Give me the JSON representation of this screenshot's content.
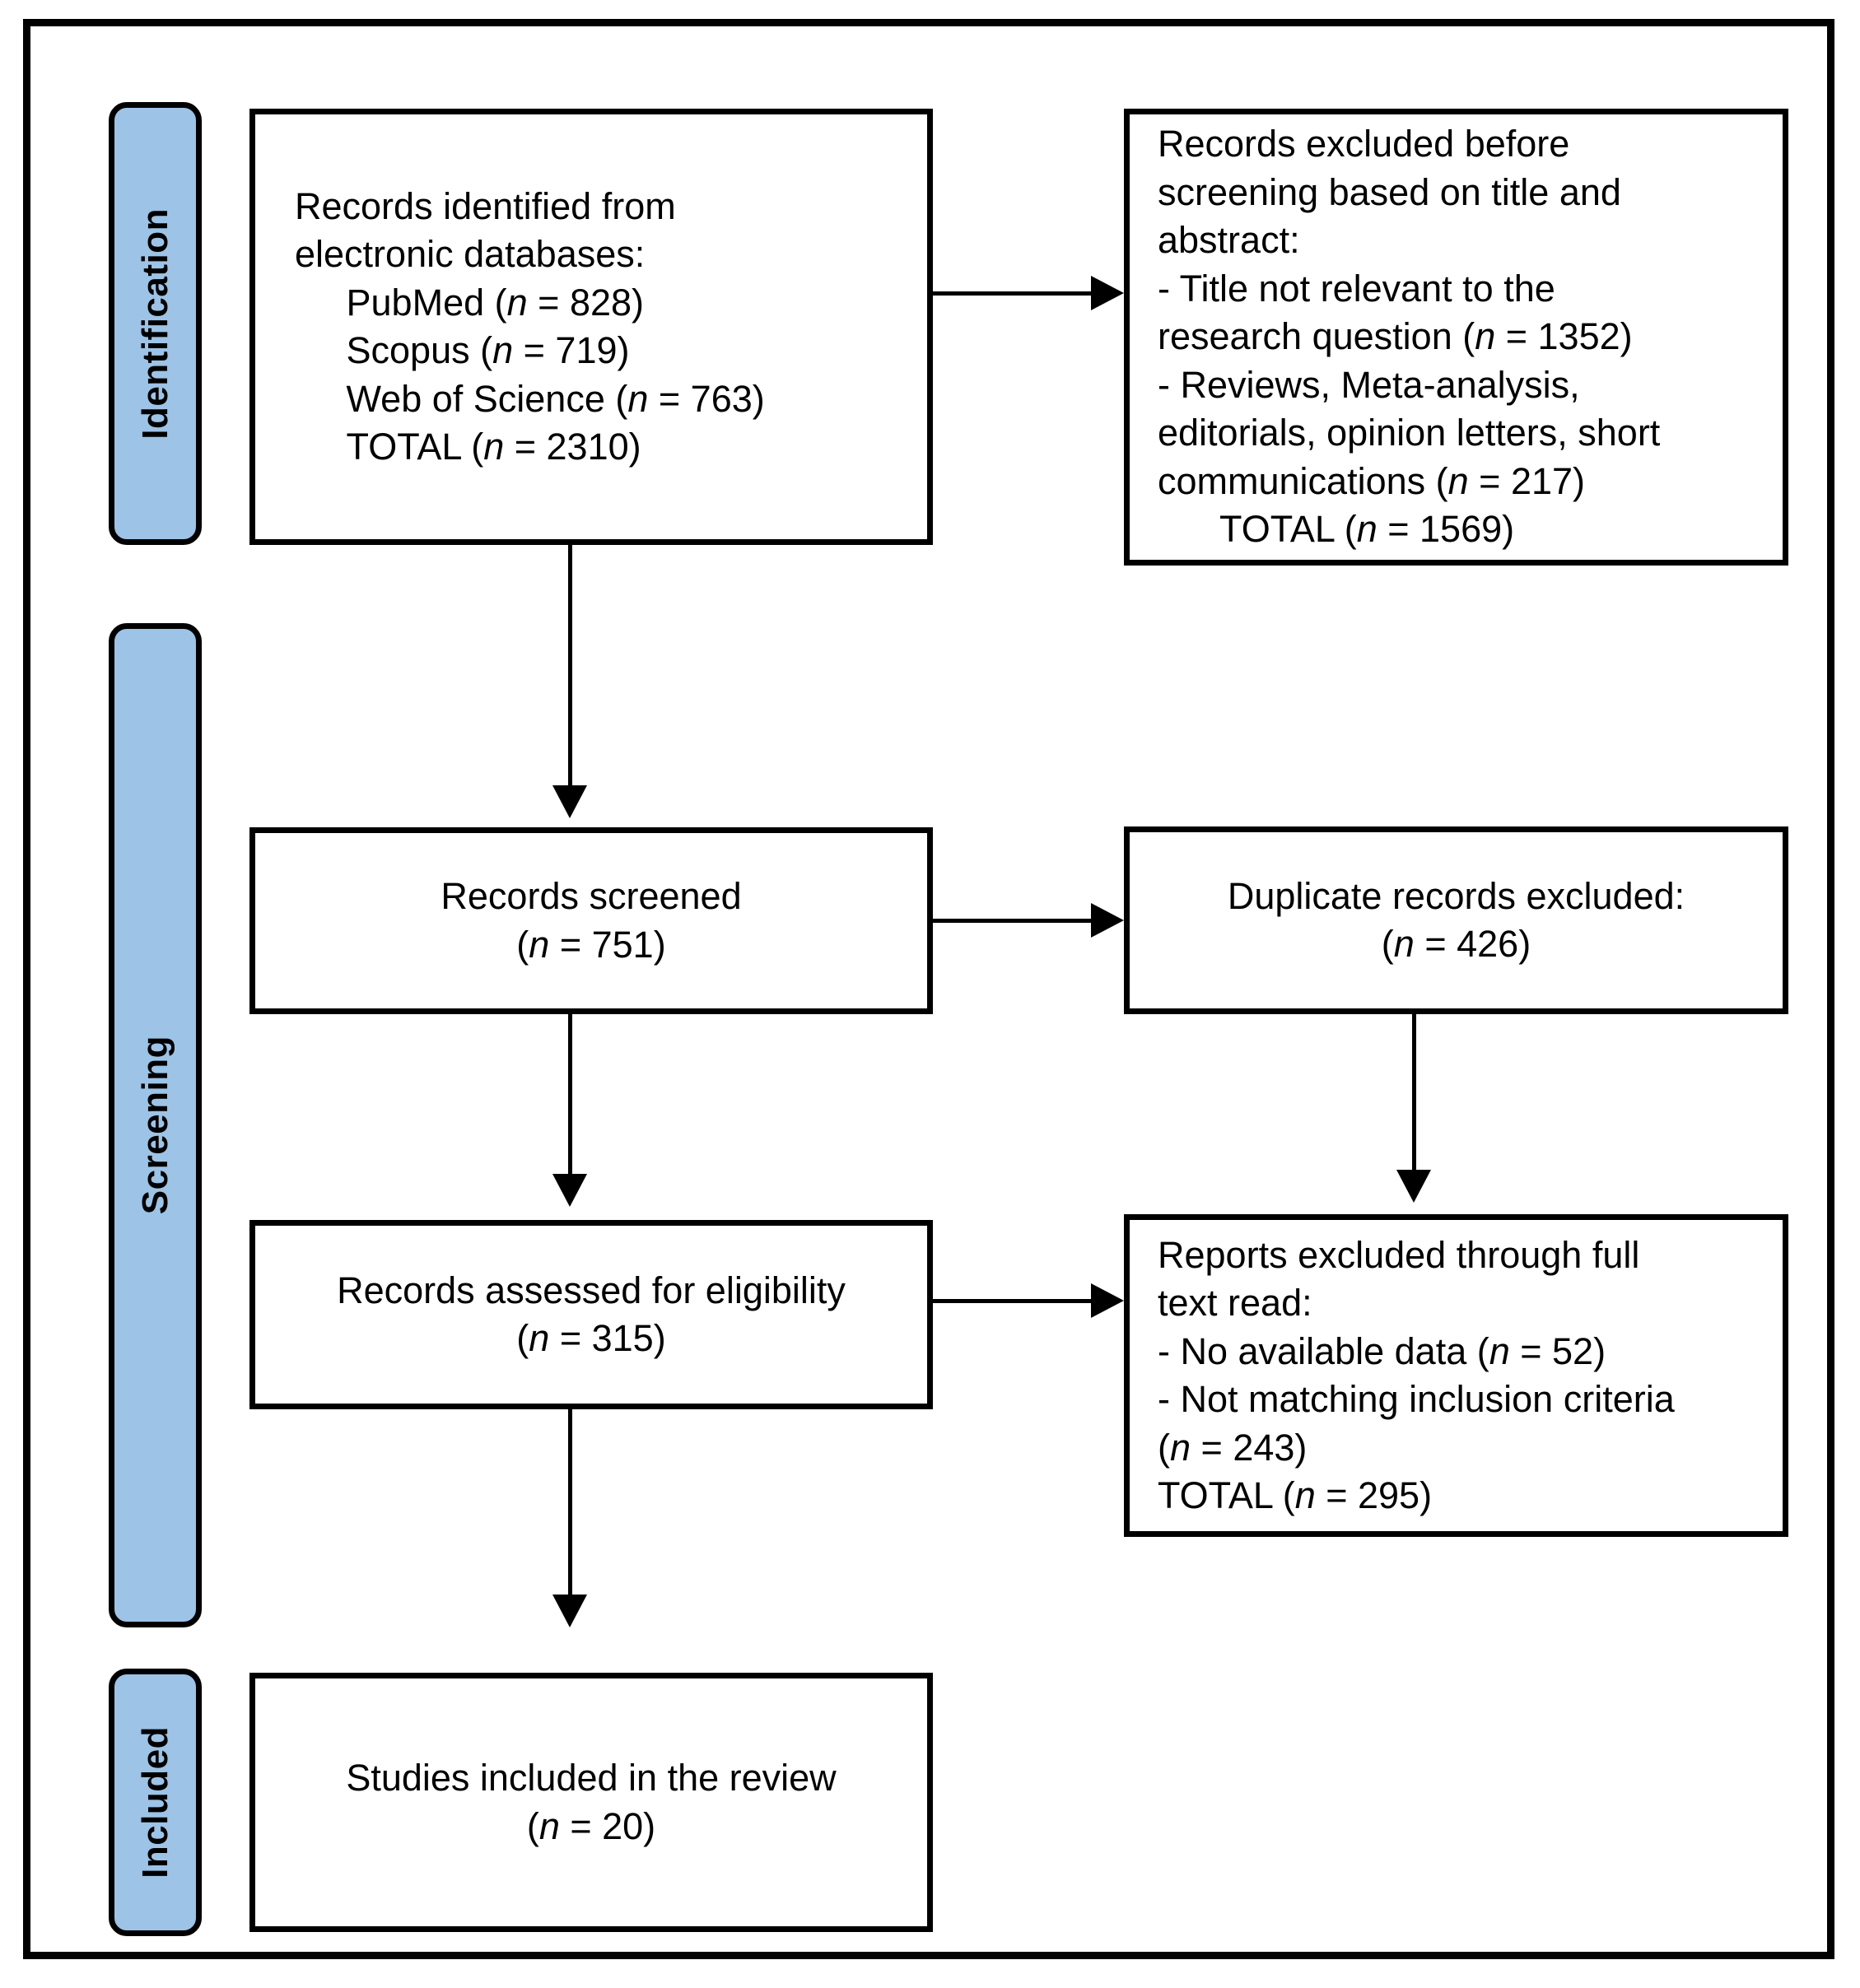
{
  "diagram": {
    "type": "prisma-flow-diagram",
    "accent_color": "#9DC3E6",
    "line_color": "#000000",
    "background_color": "#FFFFFF"
  },
  "stages": [
    {
      "id": "identification",
      "label": "Identification"
    },
    {
      "id": "screening",
      "label": "Screening"
    },
    {
      "id": "included",
      "label": "Included"
    }
  ],
  "boxes": {
    "identified": {
      "text": "Records identified from\nelectronic databases:\n     PubMed (n = 828)\n     Scopus (n = 719)\n     Web of Science (n = 763)\n     TOTAL (n = 2310)"
    },
    "excluded_screening": {
      "text": "Records excluded before\nscreening based on title and\nabstract:\n- Title not relevant to the\nresearch question (n = 1352)\n- Reviews, Meta-analysis,\neditorials, opinion letters, short\ncommunications (n = 217)\n      TOTAL (n = 1569)"
    },
    "screened": {
      "text": "Records screened\n(n = 751)"
    },
    "duplicates": {
      "text": "Duplicate records excluded:\n(n = 426)"
    },
    "eligibility": {
      "text": "Records assessed for eligibility\n(n = 315)"
    },
    "excluded_fulltext": {
      "text": "Reports excluded through full\ntext read:\n- No available data (n = 52)\n- Not matching inclusion criteria\n(n = 243)\nTOTAL (n = 295)"
    },
    "included": {
      "text": "Studies included in the review\n(n = 20)"
    }
  },
  "counts": {
    "pubmed": 828,
    "scopus": 719,
    "web_of_science": 763,
    "identified_total": 2310,
    "title_not_relevant": 1352,
    "reviews_meta_editorials": 217,
    "excluded_before_screening_total": 1569,
    "records_screened": 751,
    "duplicate_records_excluded": 426,
    "records_assessed_eligibility": 315,
    "no_available_data": 52,
    "not_matching_inclusion_criteria": 243,
    "reports_excluded_total": 295,
    "studies_included": 20
  },
  "connectors": [
    {
      "id": "identified-to-screened",
      "direction": "down"
    },
    {
      "id": "identified-to-excluded-screening",
      "direction": "right"
    },
    {
      "id": "screened-to-eligibility",
      "direction": "down"
    },
    {
      "id": "screened-to-duplicates",
      "direction": "right"
    },
    {
      "id": "duplicates-to-excluded-fulltext",
      "direction": "down"
    },
    {
      "id": "eligibility-to-excluded-fulltext",
      "direction": "right"
    },
    {
      "id": "eligibility-to-included",
      "direction": "down"
    }
  ]
}
